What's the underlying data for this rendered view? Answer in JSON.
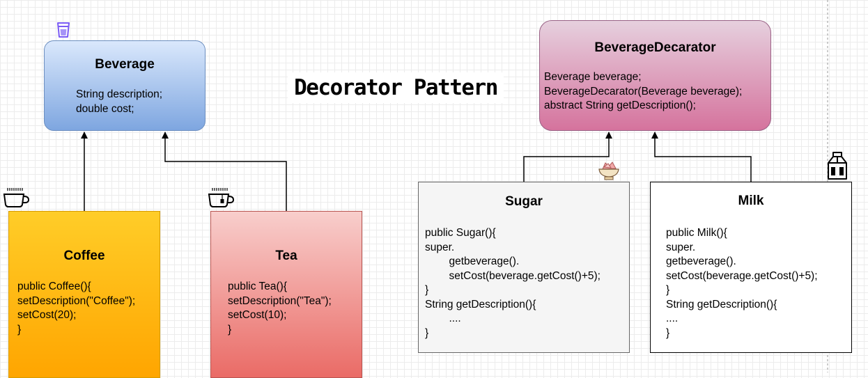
{
  "diagram": {
    "title": "Decorator Pattern",
    "nodes": {
      "beverage": {
        "title": "Beverage",
        "body": "String description;\ndouble cost;",
        "icon": "beverage-cup-icon",
        "fill_top": "#dae8fc",
        "fill_bottom": "#7ea6e0",
        "stroke": "#6c8ebf"
      },
      "decorator": {
        "title": "BeverageDecarator",
        "body": "Beverage beverage;\nBeverageDecarator(Beverage beverage);\nabstract String getDescription();",
        "fill_top": "#e6d0de",
        "fill_bottom": "#d5739d",
        "stroke": "#996185"
      },
      "coffee": {
        "title": "Coffee",
        "body": "public Coffee(){\nsetDescription(\"Coffee\");\nsetCost(20);\n}",
        "icon": "coffee-cup-icon",
        "fill_top": "#ffcd28",
        "fill_bottom": "#ffa500",
        "stroke": "#d79b00"
      },
      "tea": {
        "title": "Tea",
        "body": "public Tea(){\nsetDescription(\"Tea\");\nsetCost(10);\n}",
        "icon": "tea-cup-icon",
        "fill_top": "#f8cecc",
        "fill_bottom": "#ea6b66",
        "stroke": "#b85450"
      },
      "sugar": {
        "title": "Sugar",
        "body": "public Sugar(){\nsuper.\n        getbeverage().\n        setCost(beverage.getCost()+5);\n}\nString getDescription(){\n        ....\n}",
        "icon": "sugar-bowl-icon",
        "fill": "#f5f5f5",
        "stroke": "#666666"
      },
      "milk": {
        "title": "Milk",
        "body": "public Milk(){\nsuper.\ngetbeverage().\nsetCost(beverage.getCost()+5);\n}\nString getDescription(){\n....\n}",
        "icon": "milk-carton-icon",
        "fill": "#ffffff",
        "stroke": "#000000"
      }
    },
    "edges": [
      {
        "from": "coffee",
        "to": "beverage"
      },
      {
        "from": "tea",
        "to": "beverage"
      },
      {
        "from": "sugar",
        "to": "decorator"
      },
      {
        "from": "milk",
        "to": "decorator"
      }
    ]
  }
}
